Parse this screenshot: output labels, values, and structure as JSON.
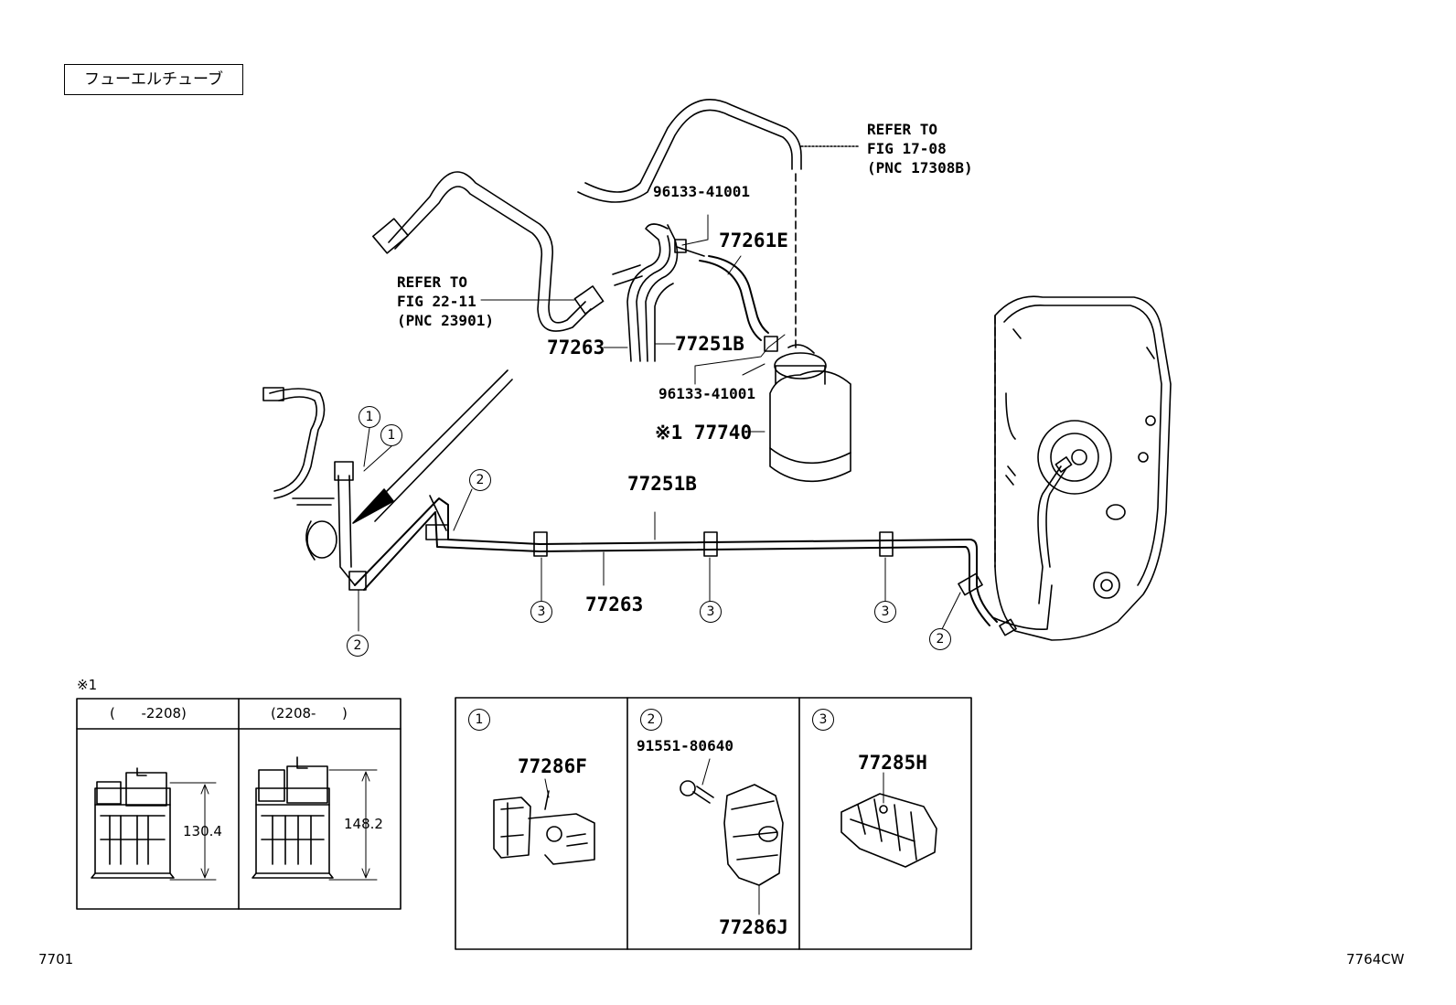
{
  "title_box": "フューエルチューブ",
  "refs": {
    "refer_top": {
      "line1": "REFER TO",
      "line2": "FIG 17-08",
      "line3": "(PNC 17308B)"
    },
    "refer_left": {
      "line1": "REFER TO",
      "line2": "FIG 22-11",
      "line3": "(PNC 23901)"
    }
  },
  "part_labels": {
    "clip_top": "96133-41001",
    "hose_e": "77261E",
    "tube_263_top": "77263",
    "tube_251b_top": "77251B",
    "clip_bottom": "96133-41001",
    "canister": "※1 77740",
    "tube_251b_main": "77251B",
    "tube_263_main": "77263"
  },
  "callouts": [
    "1",
    "1",
    "2",
    "2",
    "3",
    "3",
    "3",
    "2"
  ],
  "variant_panel": {
    "mark": "※1",
    "col1_header": "(      -2208)",
    "col2_header": "(2208-      )",
    "dim1": "130.4",
    "dim2": "148.2"
  },
  "parts_panel": {
    "cell1_num": "1",
    "cell1_part": "77286F",
    "cell2_num": "2",
    "cell2_bolt": "91551-80640",
    "cell2_part": "77286J",
    "cell3_num": "3",
    "cell3_part": "77285H"
  },
  "footer": {
    "left": "7701",
    "right": "7764CW"
  }
}
